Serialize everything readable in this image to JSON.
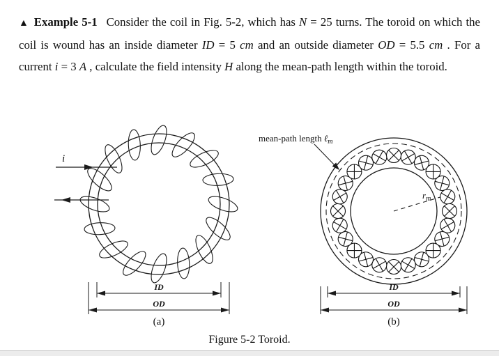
{
  "example": {
    "marker": "▲",
    "title": "Example 5-1",
    "s1": "Consider the coil in Fig. 5-2, which has ",
    "v_N": "N",
    "s2": " = 25 turns. The toroid on which the coil is wound has an inside diameter ",
    "v_ID": "ID",
    "s3": " = 5 ",
    "u_cm1": "cm",
    "s4": " and an outside diameter ",
    "v_OD": "OD",
    "s5": " = 5.5 ",
    "u_cm2": "cm",
    "s6": " . For a current ",
    "v_i": "i",
    "s7": " = 3 ",
    "u_A": "A",
    "s8": " , calculate the field intensity ",
    "v_H": "H",
    "s9": " along the mean-path length within the toroid."
  },
  "figure": {
    "caption": "Figure 5-2 Toroid.",
    "fig_a": {
      "current": "i",
      "id": "ID",
      "od": "OD",
      "tag": "(a)"
    },
    "fig_b": {
      "meanpath_prefix": "mean-path length ",
      "meanpath_ell": "ℓ",
      "meanpath_sub": "m",
      "radius_var": "r",
      "radius_sub": "m",
      "id": "ID",
      "od": "OD",
      "tag": "(b)"
    }
  },
  "colors": {
    "ink": "#111111",
    "paper": "#ffffff"
  }
}
